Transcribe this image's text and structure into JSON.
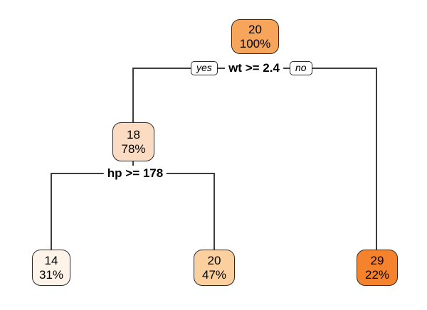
{
  "diagram": {
    "type": "decision-tree",
    "splits": [
      {
        "condition": "wt >= 2.4",
        "yes_label": "yes",
        "no_label": "no"
      },
      {
        "condition": "hp >= 178"
      }
    ],
    "nodes": {
      "root": {
        "value": "20",
        "percent": "100%",
        "fill": "#F8A55C"
      },
      "internal_left": {
        "value": "18",
        "percent": "78%",
        "fill": "#FBDCC2"
      },
      "leaf_far_left": {
        "value": "14",
        "percent": "31%",
        "fill": "#FDF3E9"
      },
      "leaf_middle": {
        "value": "20",
        "percent": "47%",
        "fill": "#FBCF9E"
      },
      "leaf_right": {
        "value": "29",
        "percent": "22%",
        "fill": "#F5822C"
      }
    },
    "colors": {
      "border": "#2b2b2b",
      "line": "#3d3d3d",
      "background": "#ffffff",
      "text": "#000000"
    }
  }
}
